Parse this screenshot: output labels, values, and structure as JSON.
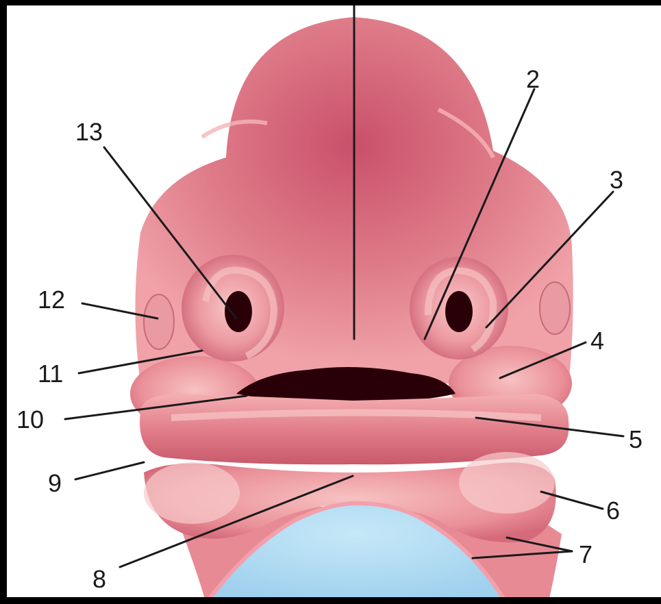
{
  "figure": {
    "labels": [
      {
        "id": "1",
        "text": ""
      },
      {
        "id": "2",
        "text": "2"
      },
      {
        "id": "3",
        "text": "3"
      },
      {
        "id": "4",
        "text": "4"
      },
      {
        "id": "5",
        "text": "5"
      },
      {
        "id": "6",
        "text": "6"
      },
      {
        "id": "7",
        "text": "7"
      },
      {
        "id": "8",
        "text": "8"
      },
      {
        "id": "9",
        "text": "9"
      },
      {
        "id": "10",
        "text": "10"
      },
      {
        "id": "11",
        "text": "11"
      },
      {
        "id": "12",
        "text": "12"
      },
      {
        "id": "13",
        "text": "13"
      }
    ]
  },
  "colors": {
    "tissue_light": "#f2a8a8",
    "tissue_mid": "#e07a84",
    "tissue_dark": "#c24a5e",
    "cavity": "#2a0008",
    "heart_bulge": "#a8d8f0",
    "heart_edge": "#7fb8e0"
  }
}
